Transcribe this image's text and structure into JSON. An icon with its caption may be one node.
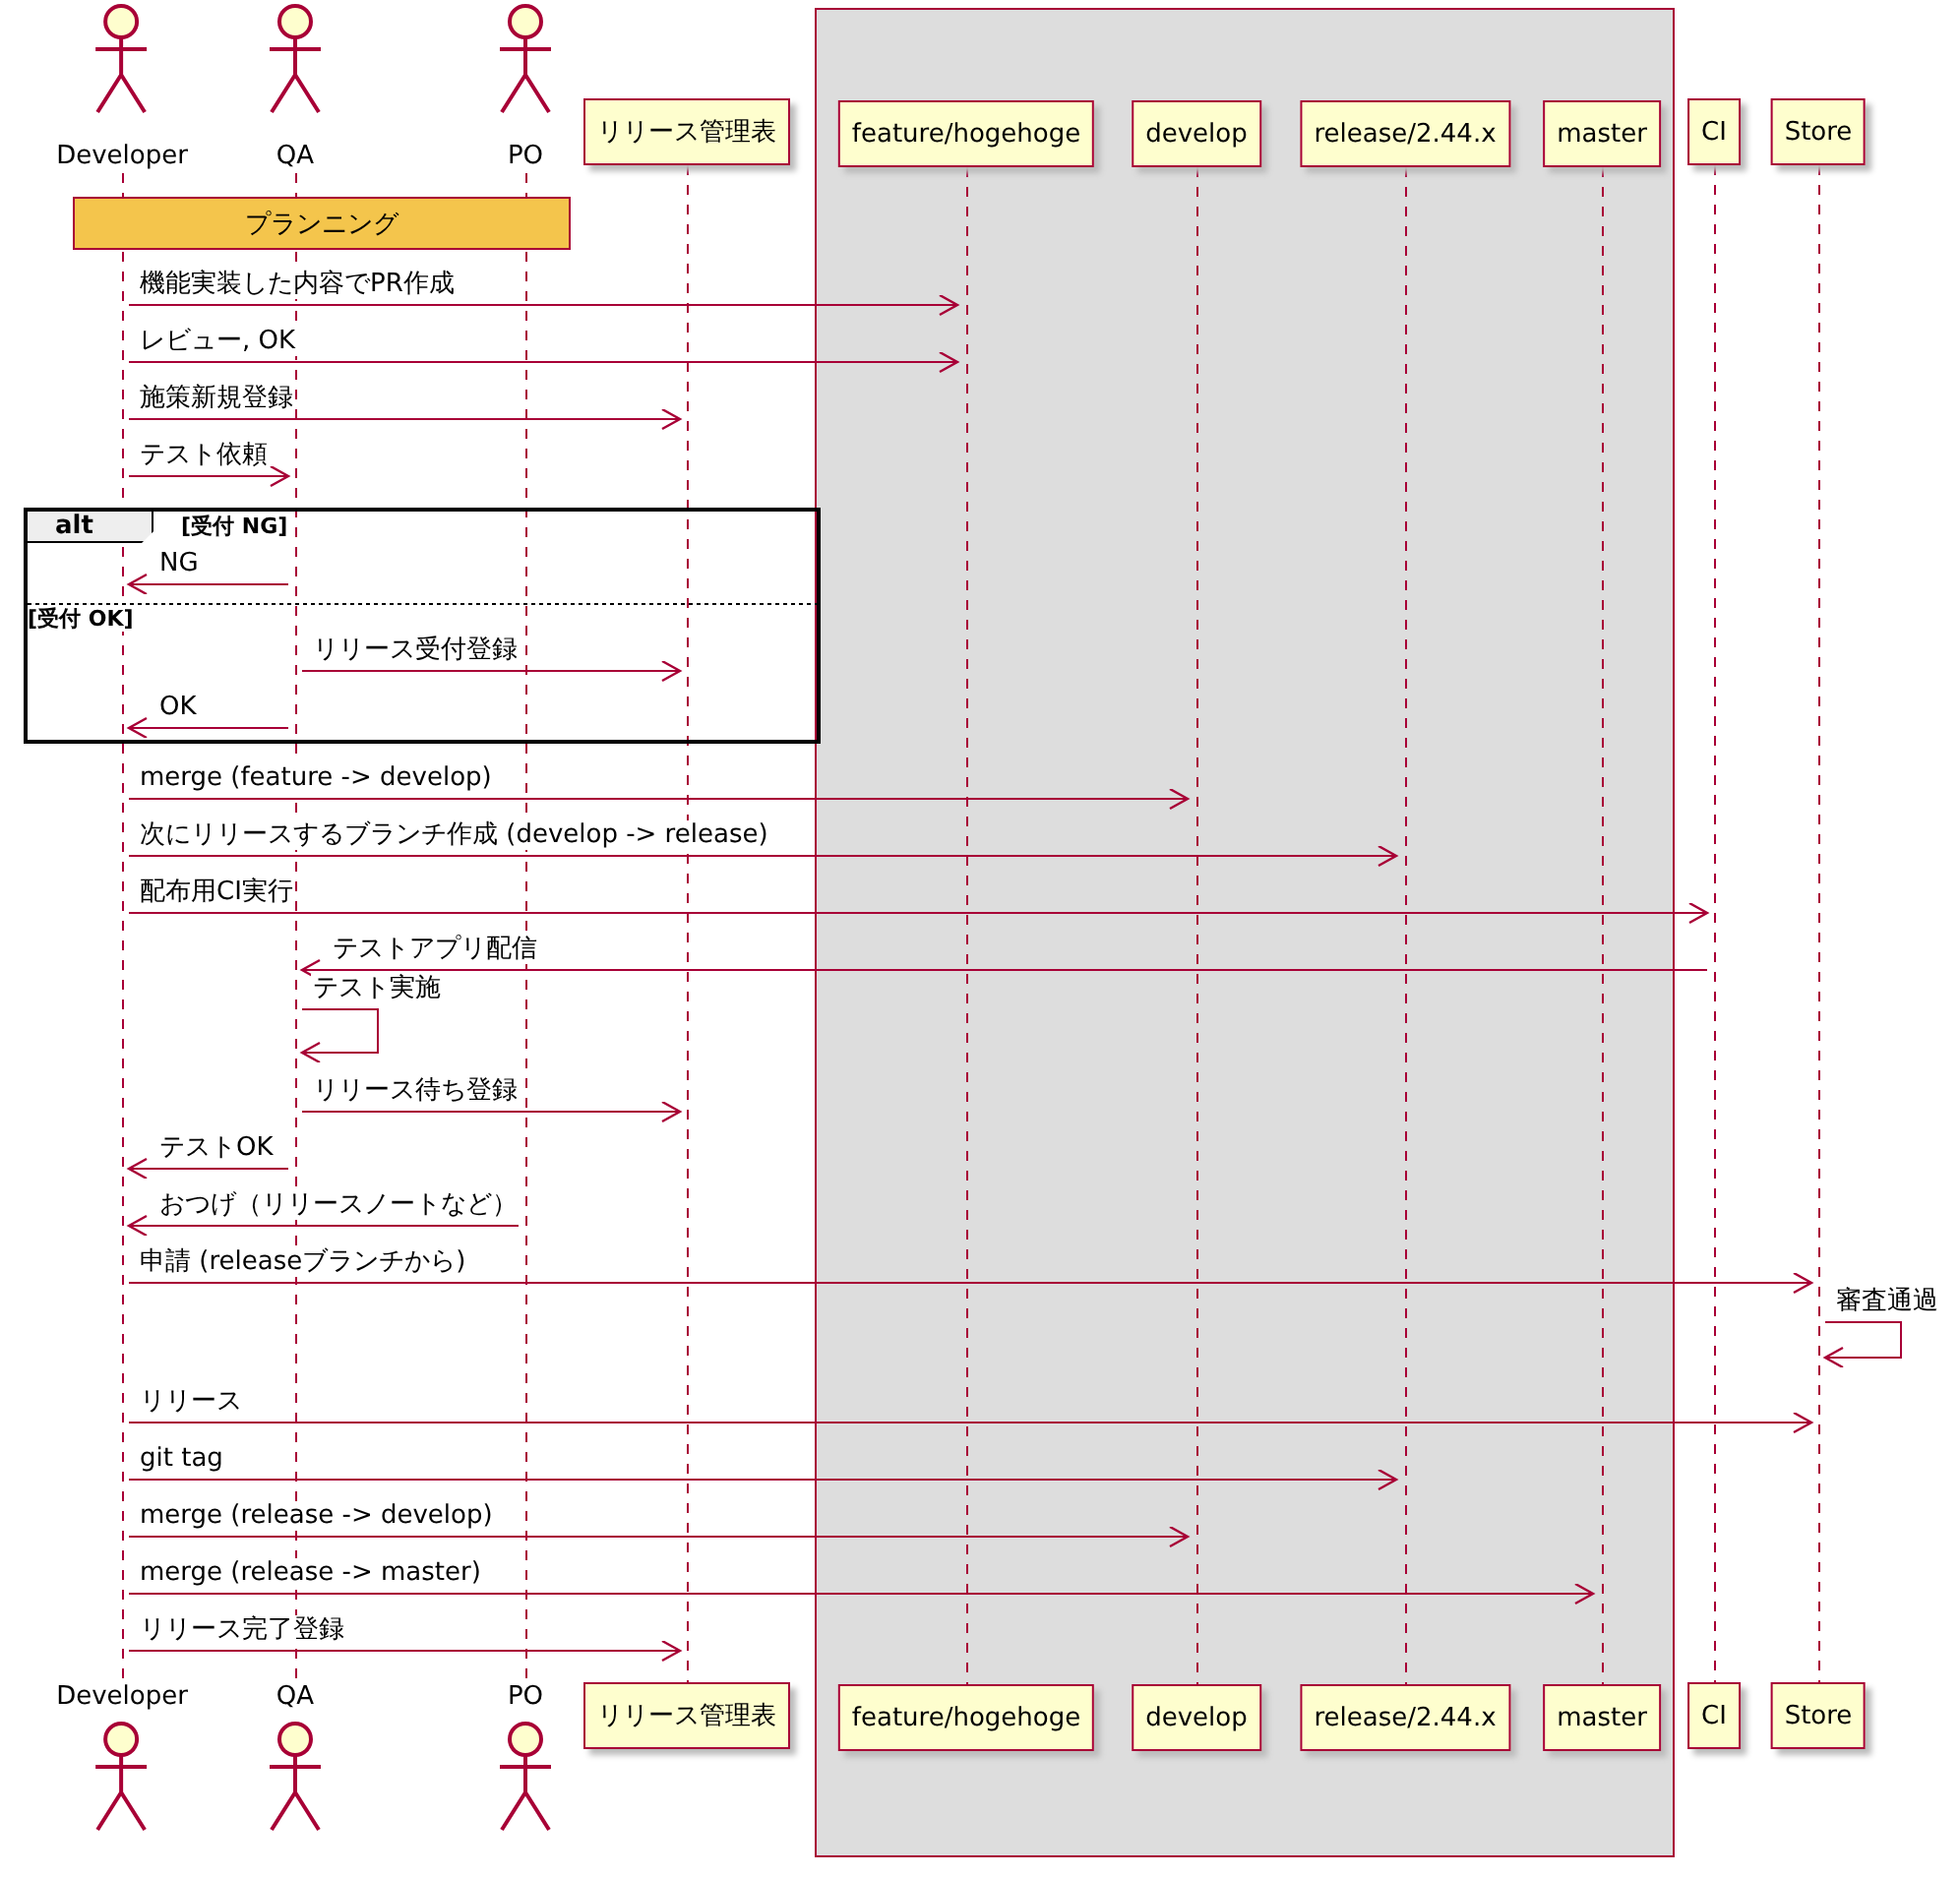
{
  "diagram": {
    "nodes": [
      {
        "text": [
          "Developer"
        ]
      },
      {
        "text": [
          "QA"
        ]
      },
      {
        "text": [
          "PO"
        ]
      },
      {
        "text": [
          "リリース管理表"
        ]
      },
      {
        "text": [],
        "shape": "box"
      },
      {
        "text": [
          "feature/hogehoge"
        ],
        "in": 4
      },
      {
        "text": [
          "develop"
        ],
        "in": 4
      },
      {
        "text": [
          "release/2.44.x"
        ],
        "in": 4
      },
      {
        "text": [
          "master"
        ],
        "in": 4
      },
      {
        "text": [
          "CI"
        ]
      },
      {
        "text": [
          "Store"
        ]
      },
      {
        "text": [
          "プランニング"
        ]
      },
      {
        "text": [
          "Developer"
        ]
      },
      {
        "text": [
          "QA"
        ]
      },
      {
        "text": [
          "PO"
        ]
      },
      {
        "text": [
          "リリース管理表"
        ]
      },
      {
        "text": [
          "feature/hogehoge"
        ],
        "in": 4
      },
      {
        "text": [
          "develop"
        ],
        "in": 4
      },
      {
        "text": [
          "release/2.44.x"
        ],
        "in": 4
      },
      {
        "text": [
          "master"
        ],
        "in": 4
      },
      {
        "text": [
          "CI"
        ]
      },
      {
        "text": [
          "Store"
        ]
      },
      {
        "text": [],
        "shape": "line"
      },
      {
        "text": [],
        "shape": "line"
      },
      {
        "text": [],
        "shape": "line"
      },
      {
        "text": [],
        "shape": "line"
      },
      {
        "text": [],
        "shape": "line",
        "in": 4
      },
      {
        "text": [],
        "shape": "line",
        "in": 4
      },
      {
        "text": [],
        "shape": "line",
        "in": 4
      },
      {
        "text": [],
        "shape": "line",
        "in": 4
      },
      {
        "text": [],
        "shape": "line"
      },
      {
        "text": [],
        "shape": "line"
      }
    ],
    "edges": [
      {
        "from": 22,
        "to": 26,
        "arrow": "to",
        "label": "機能実装した内容でPR作成"
      },
      {
        "from": 22,
        "to": 26,
        "arrow": "to",
        "label": "レビュー, OK"
      },
      {
        "from": 22,
        "to": 25,
        "arrow": "to",
        "label": "施策新規登録"
      },
      {
        "from": 22,
        "to": 23,
        "arrow": "to",
        "label": "テスト依頼"
      },
      {
        "from": 23,
        "to": 22,
        "arrow": "to",
        "label": "NG"
      },
      {
        "from": 23,
        "to": 25,
        "arrow": "to",
        "label": "リリース受付登録"
      },
      {
        "from": 23,
        "to": 22,
        "arrow": "to",
        "label": "OK"
      },
      {
        "from": 22,
        "to": 27,
        "arrow": "to",
        "label": "merge (feature -> develop)"
      },
      {
        "from": 22,
        "to": 28,
        "arrow": "to",
        "label": "次にリリースするブランチ作成 (develop -> release)"
      },
      {
        "from": 22,
        "to": 30,
        "arrow": "to",
        "label": "配布用CI実行"
      },
      {
        "from": 30,
        "to": 23,
        "arrow": "to",
        "label": "テストアプリ配信"
      },
      {
        "from": 23,
        "to": 23,
        "arrow": "to",
        "label": "テスト実施"
      },
      {
        "from": 23,
        "to": 25,
        "arrow": "to",
        "label": "リリース待ち登録"
      },
      {
        "from": 23,
        "to": 22,
        "arrow": "to",
        "label": "テストOK"
      },
      {
        "from": 24,
        "to": 22,
        "arrow": "to",
        "label": "おつげ（リリースノートなど）"
      },
      {
        "from": 22,
        "to": 31,
        "arrow": "to",
        "label": "申請 (releaseブランチから)"
      },
      {
        "from": 31,
        "to": 31,
        "arrow": "to",
        "label": "審査通過"
      },
      {
        "from": 22,
        "to": 31,
        "arrow": "to",
        "label": "リリース"
      },
      {
        "from": 22,
        "to": 28,
        "arrow": "to",
        "label": "git tag"
      },
      {
        "from": 22,
        "to": 27,
        "arrow": "to",
        "label": "merge (release -> develop)"
      },
      {
        "from": 22,
        "to": 29,
        "arrow": "to",
        "label": "merge (release -> master)"
      },
      {
        "from": 22,
        "to": 25,
        "arrow": "to",
        "label": "リリース完了登録"
      }
    ],
    "labels": [
      "alt",
      "[受付 NG]",
      "[受付 OK]"
    ]
  }
}
